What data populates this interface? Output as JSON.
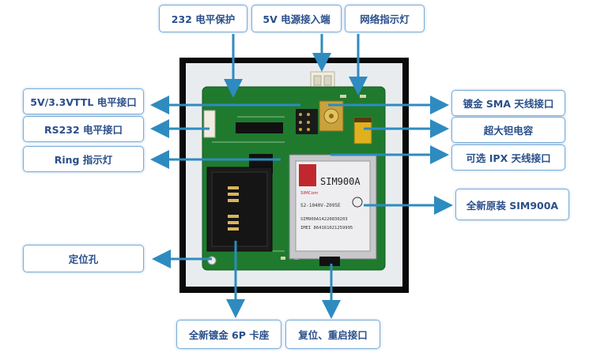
{
  "labels": {
    "rs232_protect": "232 电平保护",
    "power_in": "5V 电源接入端",
    "net_led": "网络指示灯",
    "ttl_port": "5V/3.3VTTL 电平接口",
    "rs232_port": "RS232 电平接口",
    "ring_led": "Ring 指示灯",
    "sma_port": "镀金 SMA 天线接口",
    "super_cap": "超大钽电容",
    "ipx_port": "可选 IPX 天线接口",
    "sim900a_module": "全新原装 SIM900A",
    "mount_hole": "定位孔",
    "sim_socket": "全新镀金 6P 卡座",
    "reset_port": "复位、重启接口"
  },
  "module_text": {
    "chip_name": "SIM900A",
    "brand": "SIMCom",
    "line1": "S2-1040V-Z095E",
    "line2": "SIM900A14220830203",
    "line3": "IMEI 864161021259995"
  },
  "colors": {
    "arrow": "#2e8bc0",
    "pcb": "#1f7a2e",
    "label_border": "#7aaed8",
    "label_text": "#2a4f8a"
  }
}
